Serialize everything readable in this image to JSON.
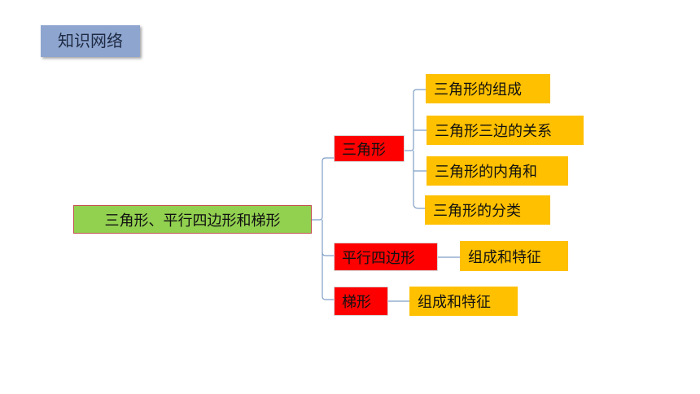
{
  "header": {
    "title": "知识网络"
  },
  "mindmap": {
    "root": "三角形、平行四边形和梯形",
    "branches": [
      {
        "label": "三角形",
        "children": [
          "三角形的组成",
          "三角形三边的关系",
          "三角形的内角和",
          "三角形的分类"
        ]
      },
      {
        "label": "平行四边形",
        "children": [
          "组成和特征"
        ]
      },
      {
        "label": "梯形",
        "children": [
          "组成和特征"
        ]
      }
    ]
  },
  "colors": {
    "title_bg": "#8ea6cf",
    "root_bg": "#92d050",
    "branch_bg": "#ff0000",
    "leaf_bg": "#ffc000",
    "line": "#7f9fc6"
  }
}
